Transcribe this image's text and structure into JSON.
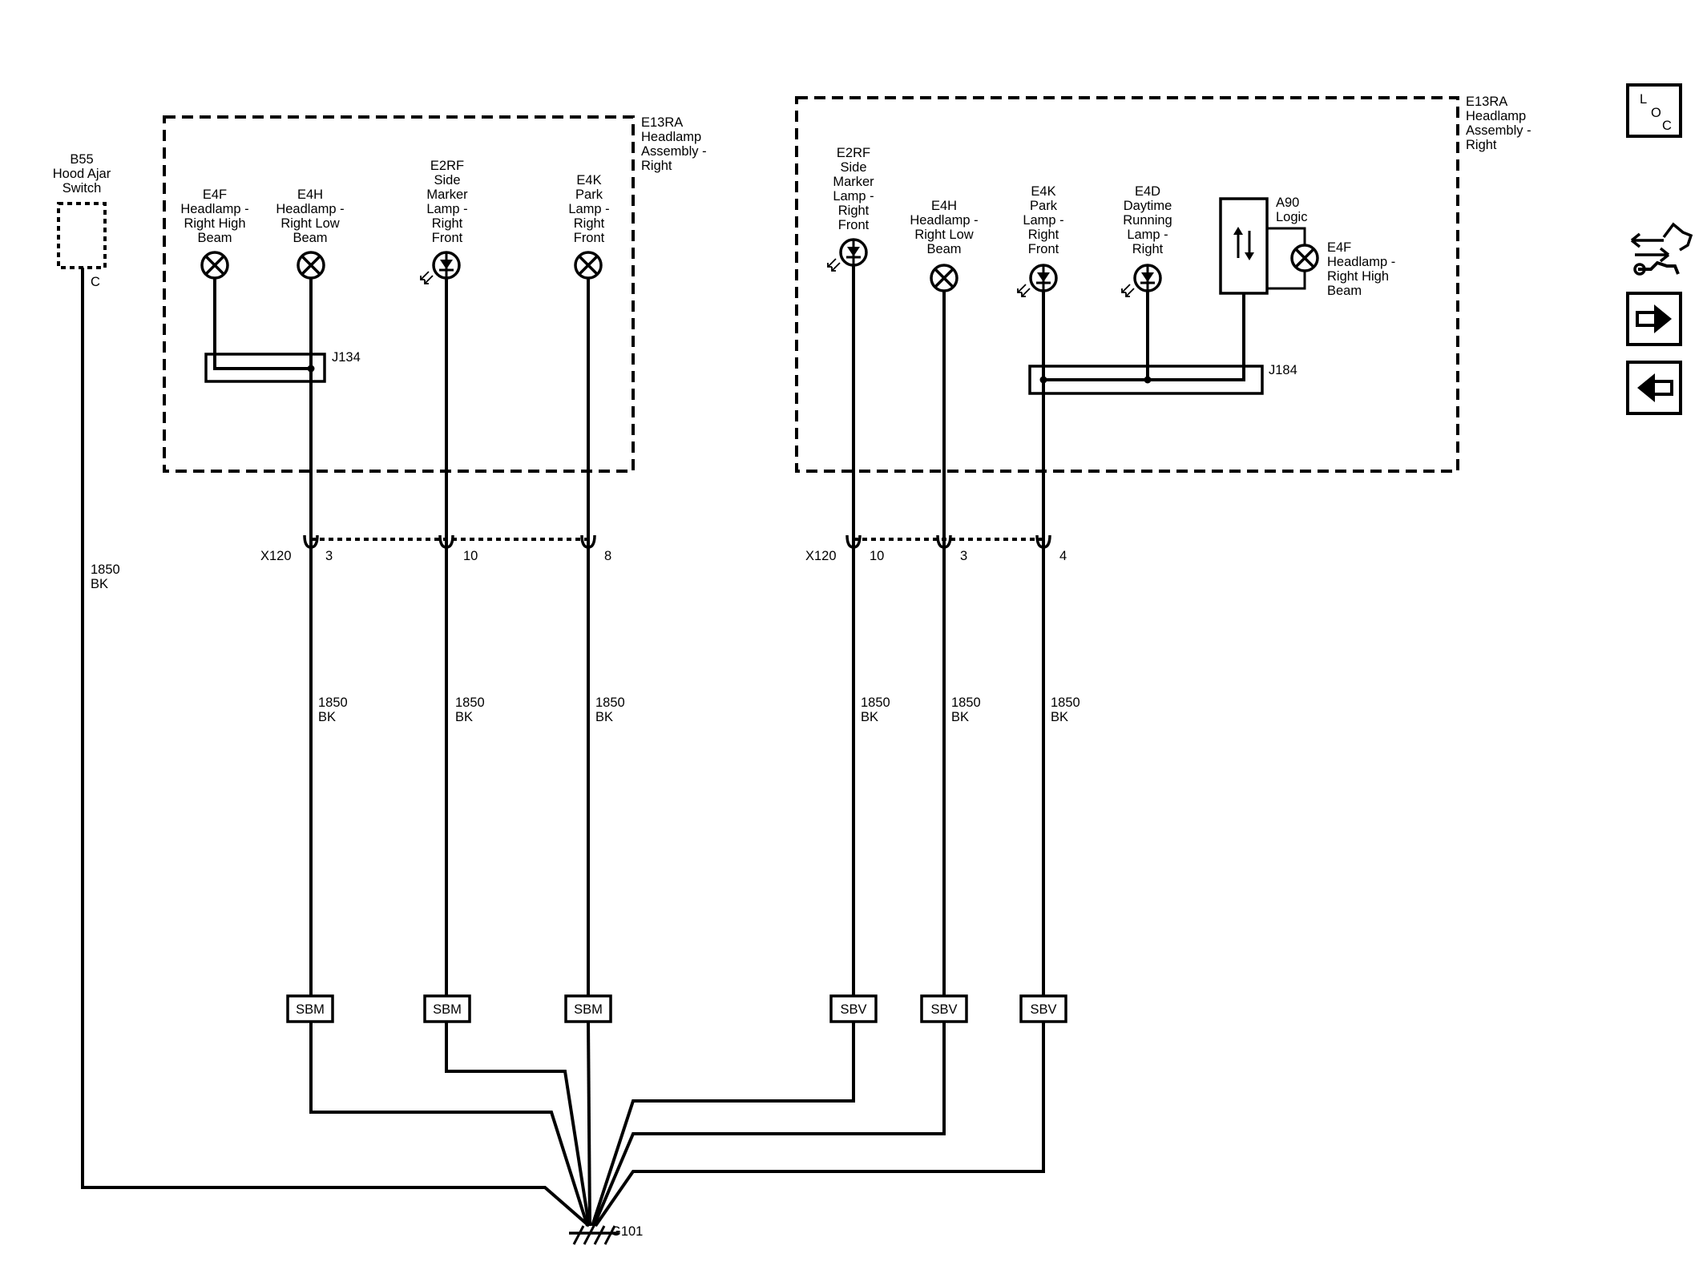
{
  "left_assembly": {
    "label_lines": [
      "E13RA",
      "Headlamp",
      "Assembly -",
      "Right"
    ],
    "splice": "J134",
    "lamps": {
      "e4f": [
        "E4F",
        "Headlamp -",
        "Right High",
        "Beam"
      ],
      "e4h": [
        "E4H",
        "Headlamp -",
        "Right Low",
        "Beam"
      ],
      "e2rf": [
        "E2RF",
        "Side",
        "Marker",
        "Lamp -",
        "Right",
        "Front"
      ],
      "e4k": [
        "E4K",
        "Park",
        "Lamp -",
        "Right",
        "Front"
      ]
    }
  },
  "right_assembly": {
    "label_lines": [
      "E13RA",
      "Headlamp",
      "Assembly -",
      "Right"
    ],
    "splice": "J184",
    "module_lines": [
      "A90",
      "Logic"
    ],
    "lamps": {
      "e2rf": [
        "E2RF",
        "Side",
        "Marker",
        "Lamp -",
        "Right",
        "Front"
      ],
      "e4h": [
        "E4H",
        "Headlamp -",
        "Right Low",
        "Beam"
      ],
      "e4k": [
        "E4K",
        "Park",
        "Lamp -",
        "Right",
        "Front"
      ],
      "e4d": [
        "E4D",
        "Daytime",
        "Running",
        "Lamp -",
        "Right"
      ],
      "e4f": [
        "E4F",
        "Headlamp -",
        "Right High",
        "Beam"
      ]
    }
  },
  "switch": {
    "label_lines": [
      "B55",
      "Hood Ajar",
      "Switch"
    ],
    "pin": "C"
  },
  "connectors": {
    "left": {
      "name": "X120",
      "pins": [
        "3",
        "10",
        "8"
      ]
    },
    "right": {
      "name": "X120",
      "pins": [
        "10",
        "3",
        "4"
      ]
    }
  },
  "wires": {
    "switch_wire": [
      "1850",
      "BK"
    ],
    "w1": [
      "1850",
      "BK"
    ],
    "w2": [
      "1850",
      "BK"
    ],
    "w3": [
      "1850",
      "BK"
    ],
    "w4": [
      "1850",
      "BK"
    ],
    "w5": [
      "1850",
      "BK"
    ],
    "w6": [
      "1850",
      "BK"
    ]
  },
  "splice_packs": {
    "sbm1": "SBM",
    "sbm2": "SBM",
    "sbm3": "SBM",
    "sbv1": "SBV",
    "sbv2": "SBV",
    "sbv3": "SBV"
  },
  "ground": "G101",
  "nav": {
    "loc": {
      "l": "L",
      "o": "O",
      "c": "C"
    },
    "icons": [
      "connector-wrench-icon",
      "arrow-right-icon",
      "arrow-left-icon"
    ]
  }
}
